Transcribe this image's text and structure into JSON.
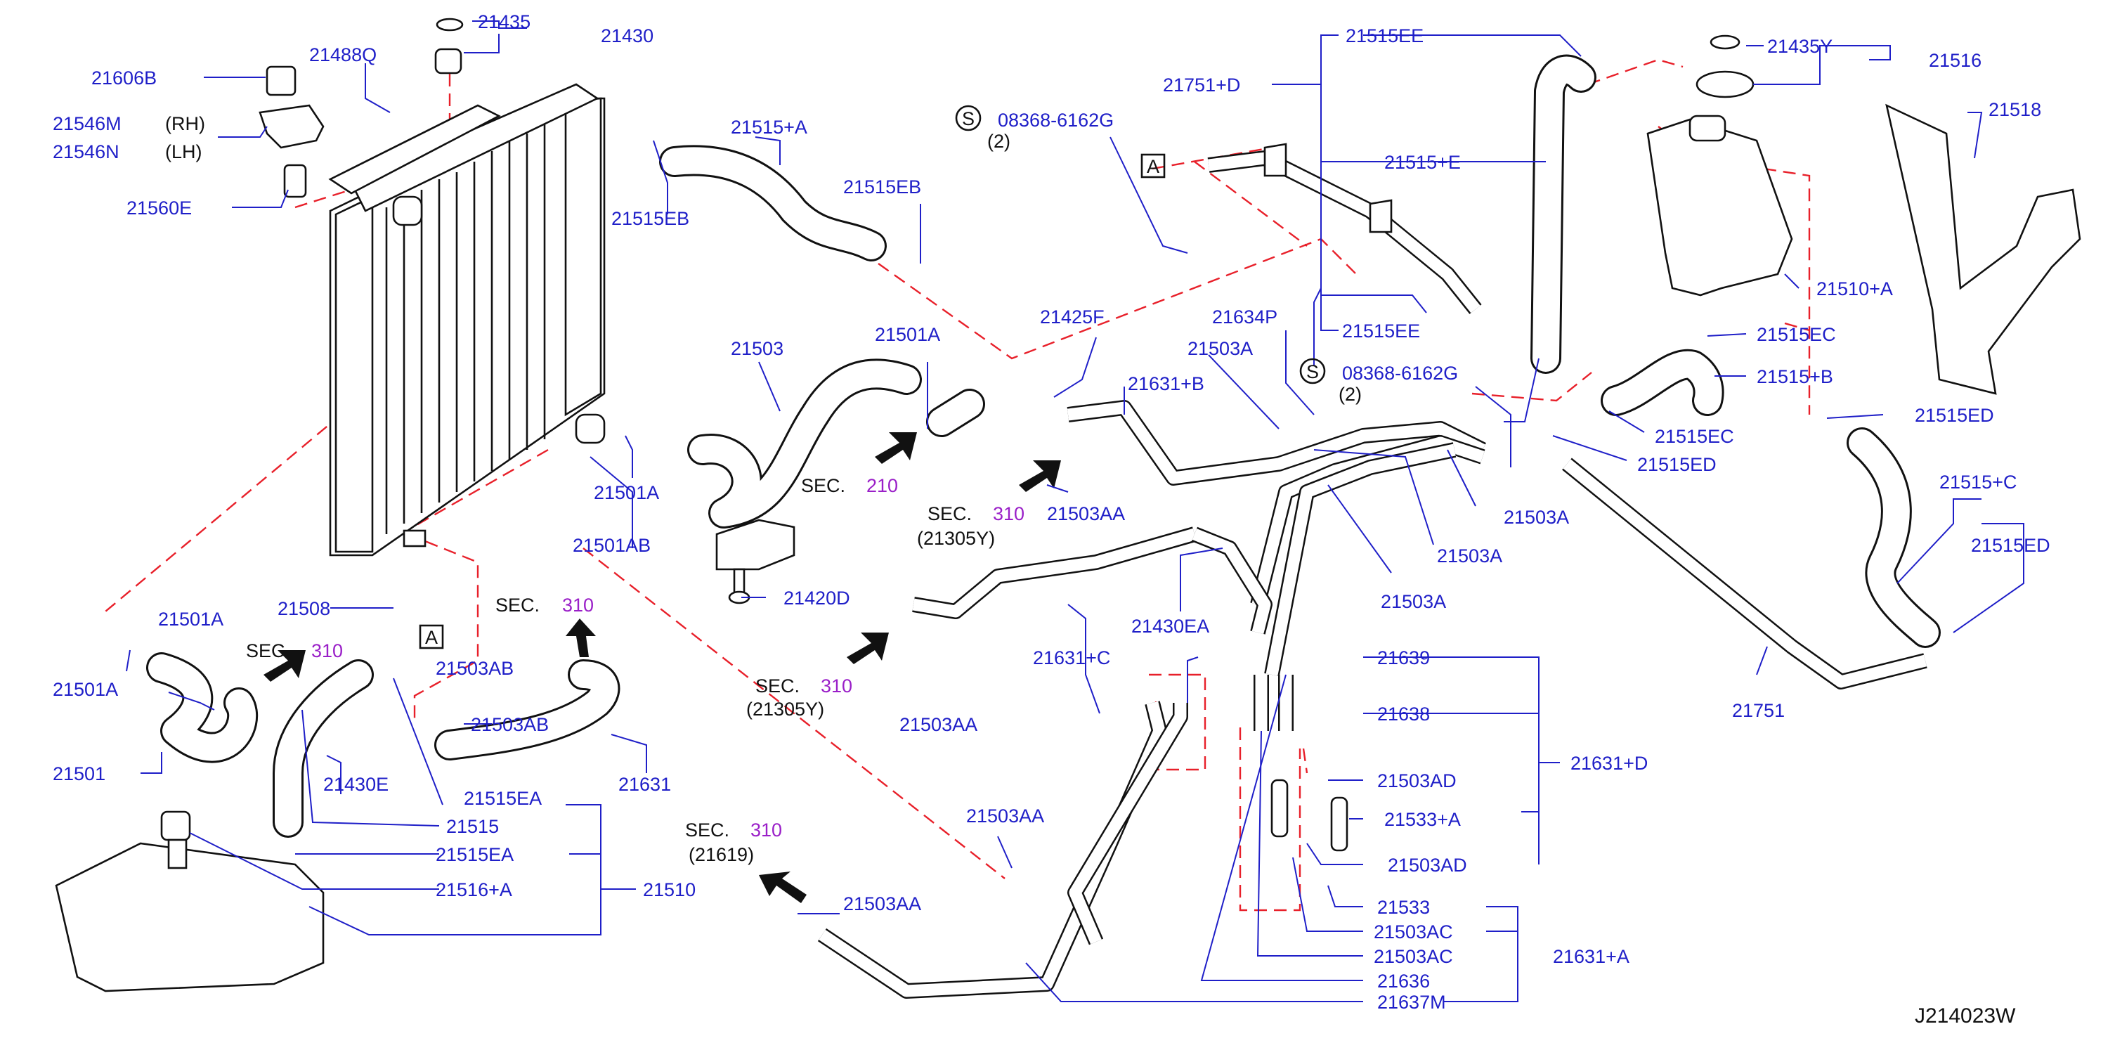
{
  "diagram_id": "J214023W",
  "palette": {
    "label": "#1f1fc8",
    "sec_number": "#9a1fc8",
    "phantom": "#e8202a",
    "line": "#111111"
  },
  "callouts": [
    {
      "id": "c1",
      "text": "21435"
    },
    {
      "id": "c2",
      "text": "21430"
    },
    {
      "id": "c3",
      "text": "21606B"
    },
    {
      "id": "c4",
      "text": "21488Q"
    },
    {
      "id": "c5",
      "text": "21546M"
    },
    {
      "id": "c6",
      "text": "21546N"
    },
    {
      "id": "c7",
      "text": "21560E"
    },
    {
      "id": "c8",
      "text": "21515+A"
    },
    {
      "id": "c9",
      "text": "21515EB"
    },
    {
      "id": "c10",
      "text": "21515EB"
    },
    {
      "id": "c11",
      "text": "21503"
    },
    {
      "id": "c12",
      "text": "21501A"
    },
    {
      "id": "c13",
      "text": "21501A"
    },
    {
      "id": "c14",
      "text": "21501AB"
    },
    {
      "id": "c15",
      "text": "21420D"
    },
    {
      "id": "c16",
      "text": "21508"
    },
    {
      "id": "c17",
      "text": "21503AB"
    },
    {
      "id": "c18",
      "text": "21503AB"
    },
    {
      "id": "c19",
      "text": "21631"
    },
    {
      "id": "c20",
      "text": "21501A"
    },
    {
      "id": "c21",
      "text": "21501A"
    },
    {
      "id": "c22",
      "text": "21501"
    },
    {
      "id": "c23",
      "text": "21430E"
    },
    {
      "id": "c24",
      "text": "21515EA"
    },
    {
      "id": "c25",
      "text": "21515"
    },
    {
      "id": "c26",
      "text": "21515EA"
    },
    {
      "id": "c27",
      "text": "21516+A"
    },
    {
      "id": "c28",
      "text": "21510"
    },
    {
      "id": "c29",
      "text": "21503AA"
    },
    {
      "id": "c30",
      "text": "21503AA"
    },
    {
      "id": "c31",
      "text": "21425F"
    },
    {
      "id": "c32",
      "text": "21631+B"
    },
    {
      "id": "c33",
      "text": "21503AA"
    },
    {
      "id": "c34",
      "text": "21631+C"
    },
    {
      "id": "c35",
      "text": "21503AA"
    },
    {
      "id": "c36",
      "text": "21430EA"
    },
    {
      "id": "c37",
      "text": "21634P"
    },
    {
      "id": "c38",
      "text": "21503A"
    },
    {
      "id": "c39",
      "text": "21503A"
    },
    {
      "id": "c40",
      "text": "21503A"
    },
    {
      "id": "c41",
      "text": "21503A"
    },
    {
      "id": "c42",
      "text": "21751+D"
    },
    {
      "id": "c43",
      "text": "21515EE"
    },
    {
      "id": "c44",
      "text": "21515+E"
    },
    {
      "id": "c45",
      "text": "21515EE"
    },
    {
      "id": "c46",
      "text": "08368-6162G"
    },
    {
      "id": "c47",
      "text": "08368-6162G"
    },
    {
      "id": "c48",
      "text": "21435Y"
    },
    {
      "id": "c49",
      "text": "21516"
    },
    {
      "id": "c50",
      "text": "21518"
    },
    {
      "id": "c51",
      "text": "21510+A"
    },
    {
      "id": "c52",
      "text": "21515EC"
    },
    {
      "id": "c53",
      "text": "21515+B"
    },
    {
      "id": "c54",
      "text": "21515EC"
    },
    {
      "id": "c55",
      "text": "21515ED"
    },
    {
      "id": "c56",
      "text": "21515ED"
    },
    {
      "id": "c57",
      "text": "21515+C"
    },
    {
      "id": "c58",
      "text": "21515ED"
    },
    {
      "id": "c59",
      "text": "21751"
    },
    {
      "id": "c60",
      "text": "21639"
    },
    {
      "id": "c61",
      "text": "21638"
    },
    {
      "id": "c62",
      "text": "21631+D"
    },
    {
      "id": "c63",
      "text": "21503AD"
    },
    {
      "id": "c64",
      "text": "21533+A"
    },
    {
      "id": "c65",
      "text": "21503AD"
    },
    {
      "id": "c66",
      "text": "21533"
    },
    {
      "id": "c67",
      "text": "21503AC"
    },
    {
      "id": "c68",
      "text": "21503AC"
    },
    {
      "id": "c69",
      "text": "21631+A"
    },
    {
      "id": "c70",
      "text": "21636"
    },
    {
      "id": "c71",
      "text": "21637M"
    }
  ],
  "qualifiers": {
    "rh": "(RH)",
    "lh": "(LH)",
    "qty_a": "(2)",
    "qty_b": "(2)"
  },
  "ref_marks": {
    "a1": "A",
    "a2": "A",
    "s1": "S",
    "s2": "S"
  },
  "sections": [
    {
      "id": "s1",
      "prefix": "SEC.",
      "number": "210",
      "sub": ""
    },
    {
      "id": "s2",
      "prefix": "SEC.",
      "number": "310",
      "sub": "(21305Y)"
    },
    {
      "id": "s3",
      "prefix": "SEC.",
      "number": "310",
      "sub": ""
    },
    {
      "id": "s4",
      "prefix": "SEC.",
      "number": "310",
      "sub": ""
    },
    {
      "id": "s5",
      "prefix": "SEC.",
      "number": "310",
      "sub": "(21305Y)"
    },
    {
      "id": "s6",
      "prefix": "SEC.",
      "number": "310",
      "sub": "(21619)"
    }
  ]
}
